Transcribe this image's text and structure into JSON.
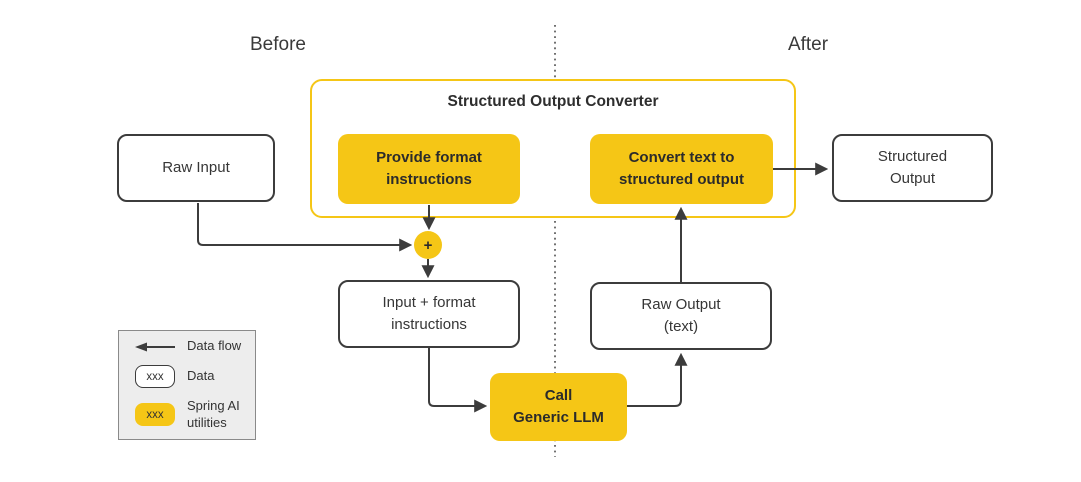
{
  "headers": {
    "before": "Before",
    "after": "After"
  },
  "converter": {
    "title": "Structured Output Converter"
  },
  "nodes": {
    "raw_input": {
      "label": "Raw Input"
    },
    "provide_format": {
      "label": "Provide format\ninstructions"
    },
    "convert_text": {
      "label": "Convert text to\nstructured  output"
    },
    "structured_output": {
      "label": "Structured\nOutput"
    },
    "merge_plus": {
      "label": "+"
    },
    "input_format": {
      "label": "Input + format\ninstructions"
    },
    "raw_output": {
      "label": "Raw Output\n(text)"
    },
    "call_llm": {
      "label": "Call\nGeneric LLM"
    }
  },
  "legend": {
    "items": [
      {
        "icon": "data-flow-arrow",
        "label": "Data flow"
      },
      {
        "swatch_text": "xxx",
        "label": "Data"
      },
      {
        "swatch_text": "xxx",
        "label": "Spring AI\nutilities"
      }
    ]
  },
  "colors": {
    "utility_yellow": "#f5c616",
    "node_border": "#3c3c3c",
    "arrow": "#3c3c3c",
    "divider": "#4c4c4c",
    "legend_background": "#ededed",
    "text": "#333333"
  }
}
